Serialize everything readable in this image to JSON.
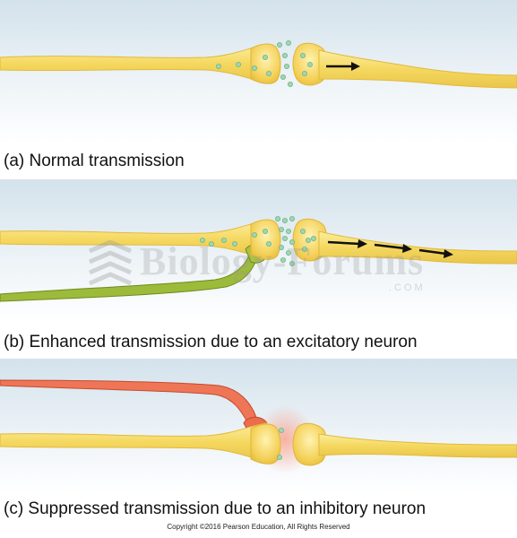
{
  "panels": [
    {
      "id": "a",
      "caption": "(a) Normal transmission"
    },
    {
      "id": "b",
      "caption": "(b) Enhanced transmission due to an excitatory neuron"
    },
    {
      "id": "c",
      "caption": "(c) Suppressed transmission due to an inhibitory neuron"
    }
  ],
  "copyright": "Copyright ©2016 Pearson Education, All Rights Reserved",
  "watermark": {
    "text": "Biology-Forums",
    "suffix": ".COM",
    "logo_icon": "stacked-chevron-logo-icon"
  },
  "colors": {
    "axon": "#f5d860",
    "axon_edge": "#e2b93a",
    "terminal": "#f0c848",
    "vesicle": "#8ccfa4",
    "excitatory_neuron": "#8cab2e",
    "inhibitory_neuron": "#e86a4c",
    "signal_arrow": "#111111"
  }
}
